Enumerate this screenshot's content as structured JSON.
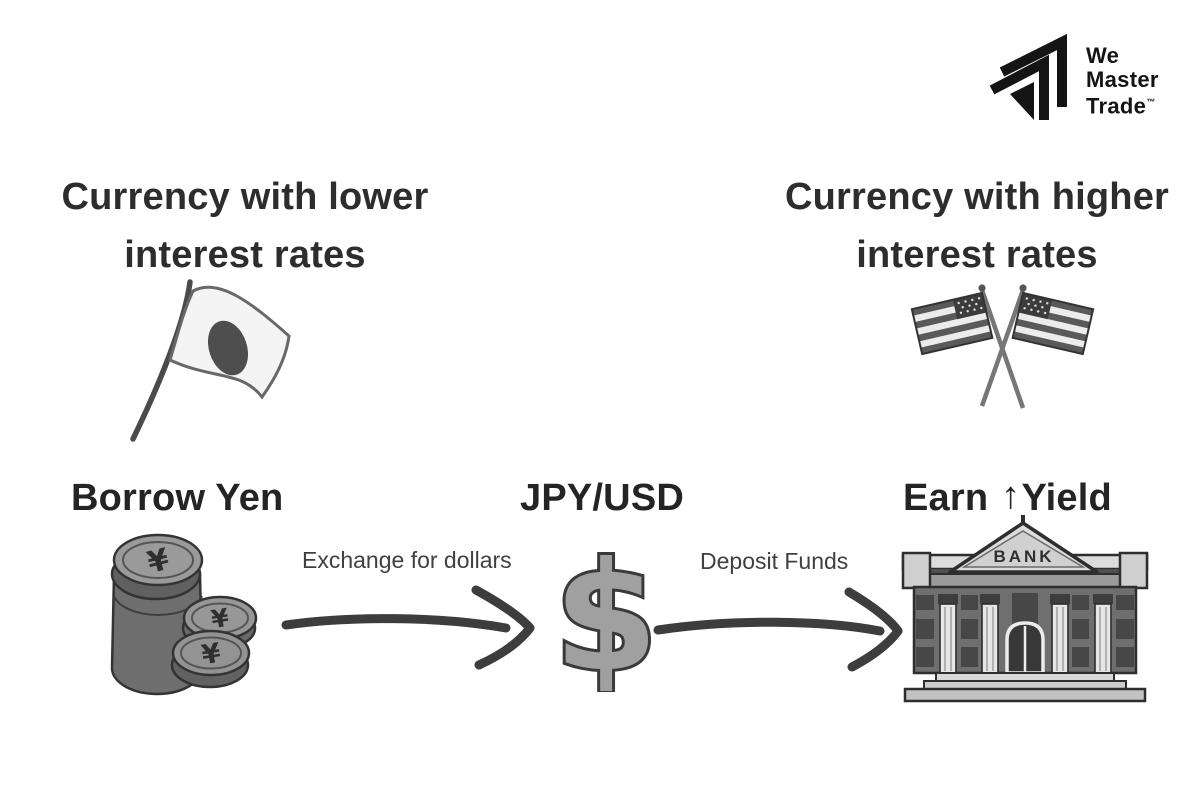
{
  "page": {
    "background": "#ffffff"
  },
  "logo": {
    "lines": [
      "We",
      "Master",
      "Trade"
    ],
    "trademark": "™",
    "color": "#141414",
    "mark_icon": "wmt-arrow-logo-icon"
  },
  "headings": {
    "left": {
      "line1": "Currency with lower",
      "line2": "interest rates"
    },
    "right": {
      "line1": "Currency with higher",
      "line2": "interest rates"
    }
  },
  "flow": {
    "borrow": {
      "label": "Borrow Yen",
      "coin_symbol": "¥",
      "icon": "yen-coins-icon"
    },
    "exchange_arrow": {
      "label": "Exchange for dollars",
      "icon": "right-arrow-icon"
    },
    "pair": {
      "label": "JPY/USD",
      "symbol": "$",
      "icon": "dollar-sign-icon"
    },
    "deposit_arrow": {
      "label": "Deposit Funds",
      "icon": "right-arrow-icon"
    },
    "earn": {
      "word1": "Earn",
      "up_arrow": "↑",
      "word2": "Yield",
      "bank_sign": "BANK",
      "icon": "bank-building-icon"
    }
  },
  "icons": {
    "japan_flag": "japan-flag-icon",
    "us_flags": "crossed-us-flags-icon"
  },
  "colors": {
    "ink": "#2d2d2d",
    "sketch_arrow": "#3d3d3d",
    "caption": "#404040",
    "dollar_fill": "#a0a0a0",
    "dollar_outline": "#3a3a3a",
    "flag_white": "#f4f4f4",
    "japan_disc": "#4e4e4e",
    "coin_gray": "#8f8f8f",
    "bank_wall": "#6f6f6f",
    "bank_light": "#dcdcdc"
  }
}
